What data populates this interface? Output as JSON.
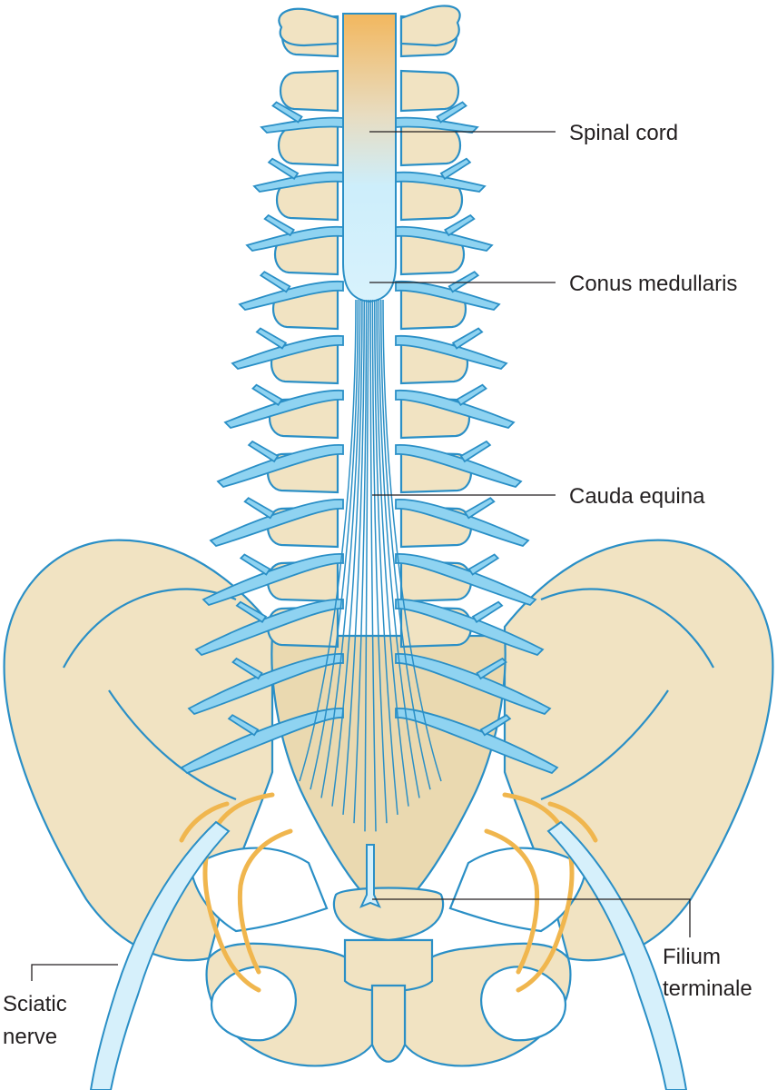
{
  "labels": {
    "spinal_cord": "Spinal cord",
    "conus_medullaris": "Conus medullaris",
    "cauda_equina": "Cauda equina",
    "filium_terminale_line1": "Filium",
    "filium_terminale_line2": "terminale",
    "sciatic_nerve_line1": "Sciatic",
    "sciatic_nerve_line2": "nerve"
  },
  "colors": {
    "bone_fill": "#f1e3c2",
    "bone_shade": "#e6d3a6",
    "outline": "#2a8fc6",
    "nerve": "#8fd3f1",
    "nerve_light": "#d6f0fb",
    "cord_top": "#f2b75e",
    "plexus": "#f0b64e",
    "leader": "#231f20"
  }
}
